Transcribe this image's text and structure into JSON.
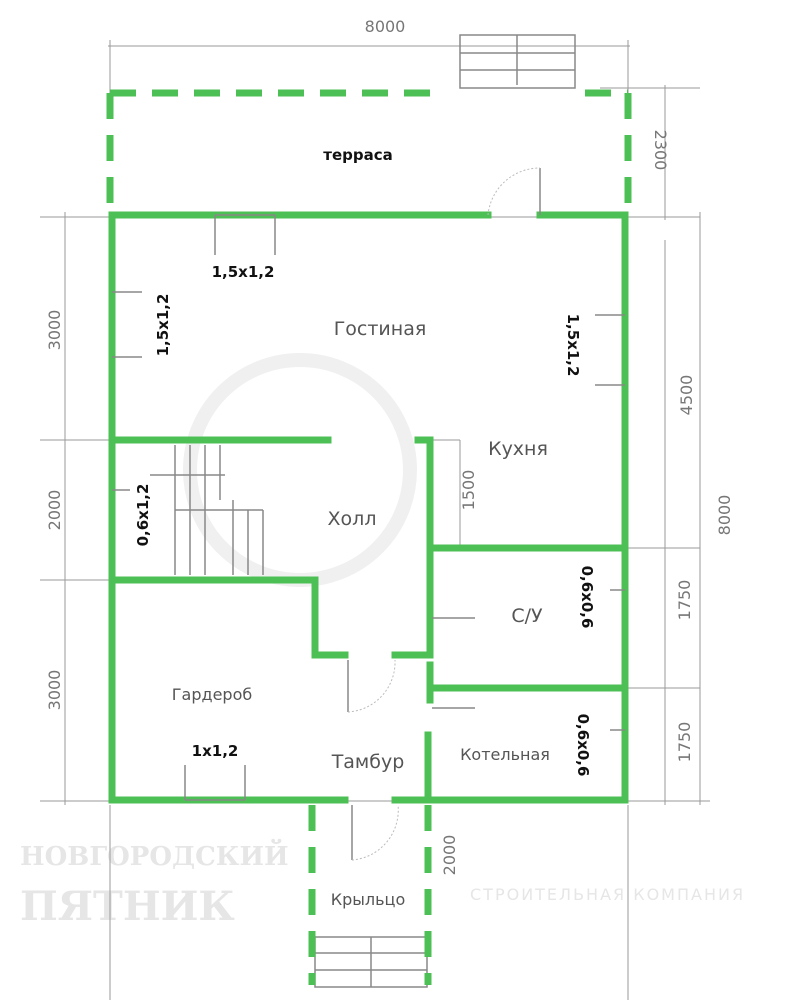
{
  "plan": {
    "rooms": {
      "terrace": "терраса",
      "living": "Гостиная",
      "kitchen": "Кухня",
      "hall": "Холл",
      "bathroom": "С/У",
      "wardrobe": "Гардероб",
      "vestibule": "Тамбур",
      "boiler": "Котельная",
      "porch": "Крыльцо"
    },
    "windows": {
      "living_top": "1,5x1,2",
      "living_left": "1,5x1,2",
      "living_right": "1,5x1,2",
      "hall_left": "0,6x1,2",
      "bath_right": "0,6x0,6",
      "boiler_right": "0,6x0,6",
      "wardrobe_bottom": "1x1,2"
    },
    "dimensions": {
      "top_width": "8000",
      "terrace_depth": "2300",
      "left_living": "3000",
      "left_hall": "2000",
      "left_wardrobe": "3000",
      "right_upper": "4500",
      "right_total": "8000",
      "right_bath": "1750",
      "right_boiler": "1750",
      "kitchen_inner": "1500",
      "porch_depth": "2000"
    },
    "watermark": {
      "line1": "НОВГОРОДСКИЙ",
      "line2": "ПЯТНИК",
      "line3": "СТРОИТЕЛЬНАЯ КОМПАНИЯ"
    },
    "colors": {
      "wall": "#4cbf55",
      "dimension": "#9a9a9a"
    }
  }
}
